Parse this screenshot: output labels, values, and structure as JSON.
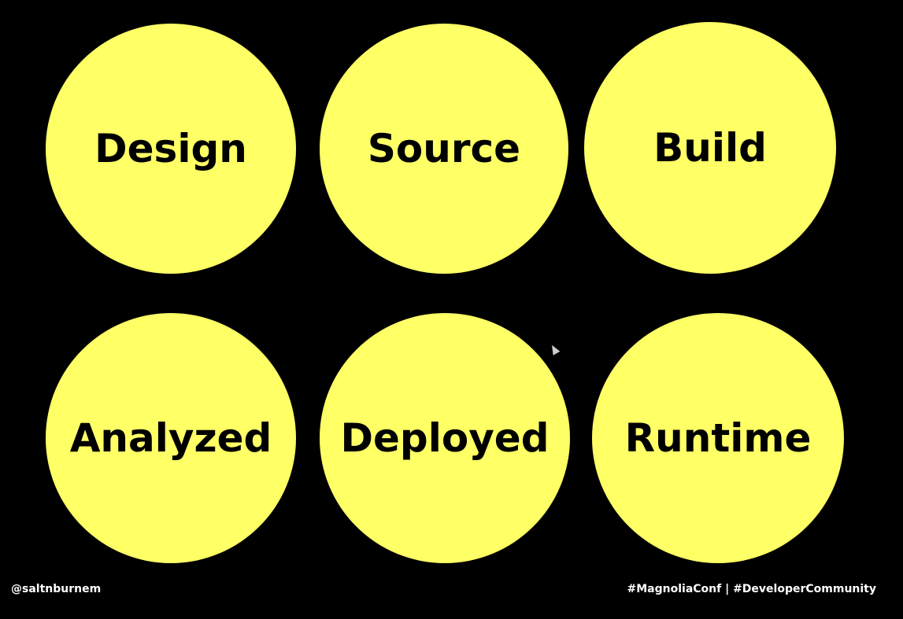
{
  "slide": {
    "circles": [
      {
        "label": "Design"
      },
      {
        "label": "Source"
      },
      {
        "label": "Build"
      },
      {
        "label": "Analyzed"
      },
      {
        "label": "Deployed"
      },
      {
        "label": "Runtime"
      }
    ],
    "circle_color": "#ffff66",
    "background_color": "#000000"
  },
  "footer": {
    "handle": "@saltnburnem",
    "hashtags": "#MagnoliaConf | #DeveloperCommunity"
  },
  "cursor": {
    "icon": "mouse-pointer-icon"
  }
}
